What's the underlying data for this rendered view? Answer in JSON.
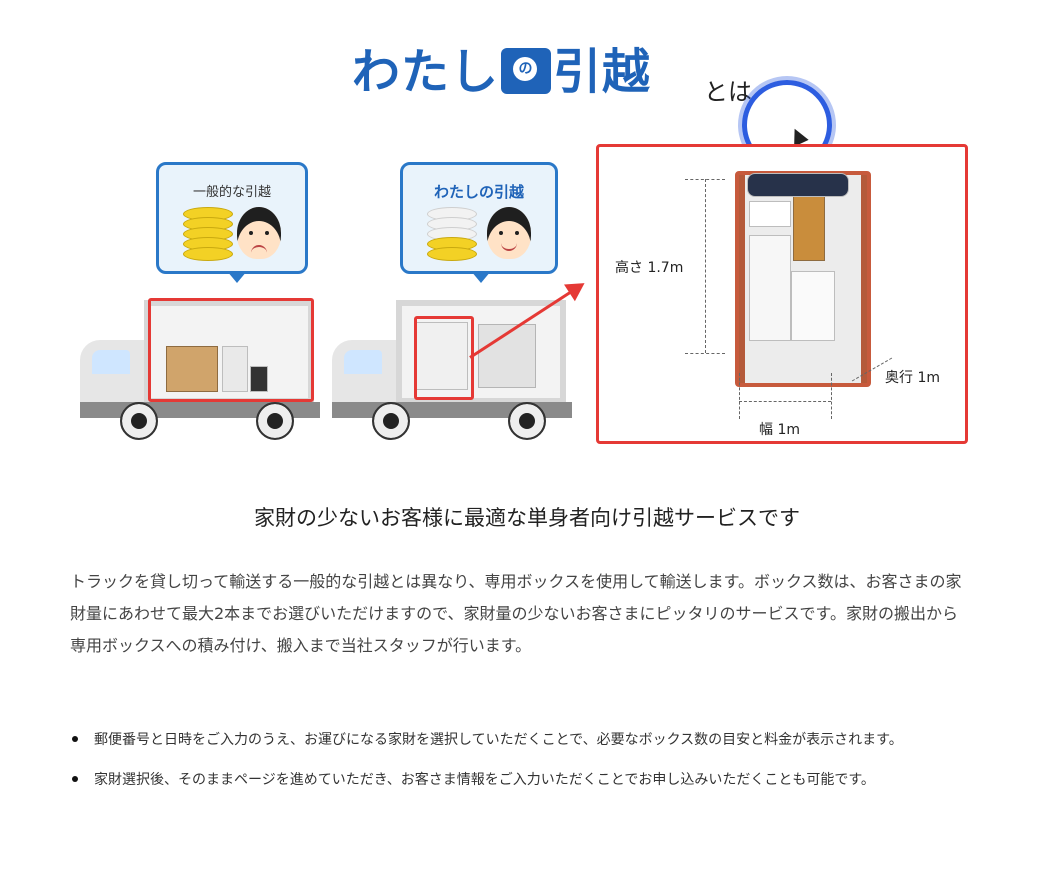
{
  "header": {
    "brand_logo_text_left": "わたし",
    "brand_logo_box_char": "の",
    "brand_logo_text_right": "引越",
    "suffix": "とは"
  },
  "illustration": {
    "bubble_left": {
      "title": "一般的な引越"
    },
    "bubble_right": {
      "title": "わたしの引越"
    },
    "detail": {
      "height_label": "高さ 1.7m",
      "depth_label": "奥行 1m",
      "width_label": "幅 1m"
    }
  },
  "content": {
    "headline": "家財の少ないお客様に最適な単身者向け引越サービスです",
    "description": "トラックを貸し切って輸送する一般的な引越とは異なり、専用ボックスを使用して輸送します。ボックス数は、お客さまの家財量にあわせて最大2本までお選びいただけますので、家財量の少ないお客さまにピッタリのサービスです。家財の搬出から専用ボックスへの積み付け、搬入まで当社スタッフが行います。",
    "bullets": [
      "郵便番号と日時をご入力のうえ、お運びになる家財を選択していただくことで、必要なボックス数の目安と料金が表示されます。",
      "家財選択後、そのままページを進めていただき、お客さま情報をご入力いただくことでお申し込みいただくことも可能です。"
    ]
  },
  "colors": {
    "brand_blue": "#1f63b8",
    "highlight_red": "#e53935",
    "bubble_border": "#2a78c8"
  },
  "icons": {
    "cursor": "mouse-pointer-icon"
  }
}
